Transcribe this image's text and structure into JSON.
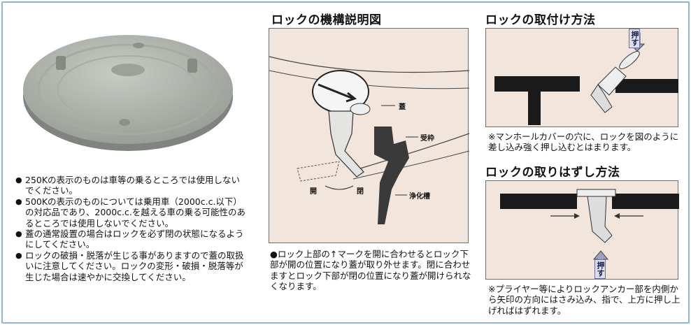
{
  "left_notes": [
    "250Kの表示のものは車等の乗るところでは使用しないでください。",
    "500Kの表示のものについては乗用車（2000c.c.以下）の対応品であり、2000c.c.を越える車の乗る可能性のあるところでは使用しないでください。",
    "蓋の通常設置の場合はロックを必ず閉の状態になるようにしてください。",
    "ロックの破損・脱落が生じる事がありますので蓋の取扱いに注意してください。ロックの変形・破損・脱落等が生じた場合は速やかに交換してください。"
  ],
  "mechanism": {
    "title": "ロックの機構説明図",
    "label_lid": "蓋",
    "label_frame": "受枠",
    "label_tank": "浄化槽",
    "label_open": "開",
    "label_close": "閉",
    "caption": "●ロック上部の↑マークを開に合わせるとロック下部が開の位置になり蓋が取り外せます。閉に合わせますとロック下部が閉の位置になり蓋が開けられなくなります。"
  },
  "install": {
    "title": "ロックの取付け方法",
    "push": "押す",
    "caption": "※マンホールカバーの穴に、ロックを図のように差し込み強く押し込むとはまります。"
  },
  "remove": {
    "title": "ロックの取りはずし方法",
    "push": "押す",
    "caption": "※プライヤー等によりロックアンカー部を内側から矢印の方向にはさみ込み、指で、上方に押し上げればはずれます。"
  },
  "colors": {
    "frame": "#8fb4d8",
    "panel": "#f1e5dc",
    "cover": "#b9bdb7"
  }
}
